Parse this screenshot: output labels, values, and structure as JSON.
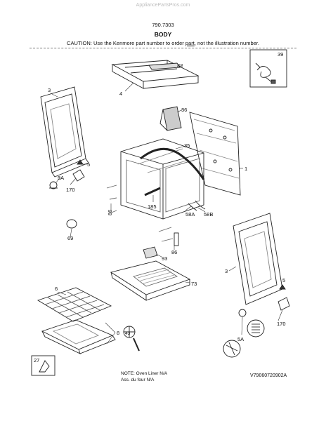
{
  "header": {
    "watermark": "AppliancePartsPros.com",
    "model": "790.7303",
    "title": "BODY",
    "caution_prefix": "CAUTION: Use the Kenmore part number to order ",
    "caution_link": "part",
    "caution_suffix": ", not the illustration number."
  },
  "callouts": {
    "n1": "1",
    "n3a": "3",
    "n3b": "3",
    "n4": "4",
    "n5a": "5",
    "n5b": "5",
    "n5A_a": "5A",
    "n5A_b": "5A",
    "n6": "6",
    "n8": "8",
    "n27": "27",
    "n32": "32",
    "n35": "35",
    "n36": "36",
    "n39": "39",
    "n43": "43",
    "n58A": "58A",
    "n58B": "58B",
    "n69": "69",
    "n73": "73",
    "n86a": "86",
    "n86b": "86",
    "n93": "93",
    "n170a": "170",
    "n170b": "170",
    "n185": "185"
  },
  "footer": {
    "note_line1": "NOTE: Oven Liner N/A",
    "note_line2": "Ass. du four N/A",
    "code": "V79060720902A"
  }
}
